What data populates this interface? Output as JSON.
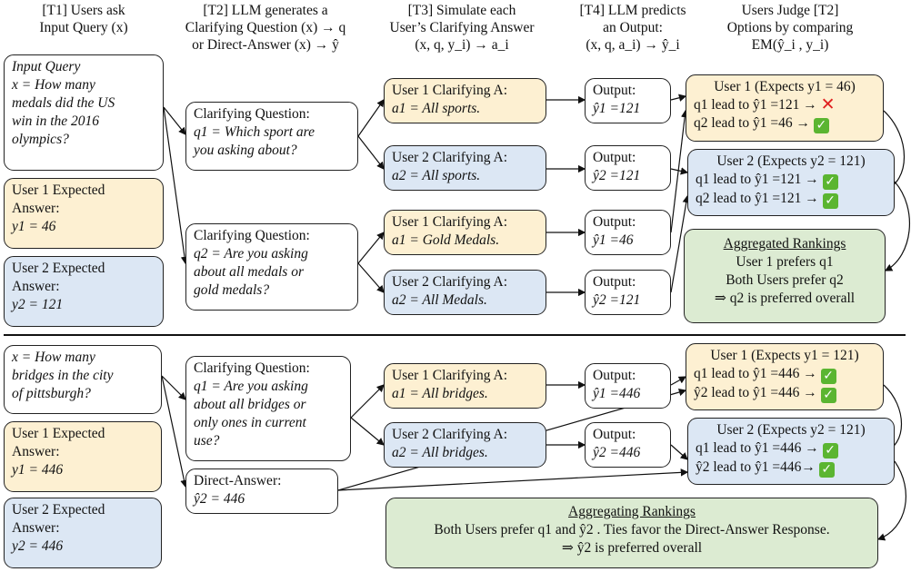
{
  "headers": {
    "t1": [
      "[T1] Users ask",
      "Input Query (x)"
    ],
    "t2": [
      "[T2] LLM generates a",
      "Clarifying Question (x) → q",
      "or Direct-Answer (x) → ŷ"
    ],
    "t3": [
      "[T3] Simulate each",
      "User’s Clarifying Answer",
      "(x, q, y_i) → a_i"
    ],
    "t4": [
      "[T4] LLM predicts",
      "an Output:",
      "(x, q, a_i) → ŷ_i"
    ],
    "t5": [
      "Users Judge [T2]",
      "Options by comparing",
      "EM(ŷ_i , y_i)"
    ]
  },
  "top": {
    "query": [
      "Input Query",
      "x = How many",
      "medals did the US",
      "win in the 2016",
      "olympics?"
    ],
    "user1_expected": [
      "User 1 Expected",
      "Answer:",
      "y1 = 46"
    ],
    "user2_expected": [
      "User 2 Expected",
      "Answer:",
      "y2 = 121"
    ],
    "cq1": [
      "Clarifying Question:",
      "q1 = Which sport are",
      "you asking about?"
    ],
    "cq2": [
      "Clarifying Question:",
      "q2 = Are you asking",
      "about all medals or",
      "gold medals?"
    ],
    "answers": [
      [
        "User 1 Clarifying A:",
        "a1 = All sports."
      ],
      [
        "User 2 Clarifying A:",
        "a2 = All sports."
      ],
      [
        "User 1 Clarifying A:",
        "a1 = Gold Medals."
      ],
      [
        "User 2 Clarifying A:",
        "a2 = All Medals."
      ]
    ],
    "outputs": [
      [
        "Output:",
        "ŷ1 =121"
      ],
      [
        "Output:",
        "ŷ2 =121"
      ],
      [
        "Output:",
        "ŷ1 =46"
      ],
      [
        "Output:",
        "ŷ2 =121"
      ]
    ],
    "judge1": [
      "User 1 (Expects y1 = 46)",
      "q1 lead to ŷ1 =121 →",
      "q2 lead to ŷ1 =46 →"
    ],
    "judge2": [
      "User 2 (Expects y2 = 121)",
      "q1 lead to ŷ1 =121 →",
      "q2 lead to ŷ1 =121 →"
    ],
    "aggregate": [
      "Aggregated Rankings",
      "User 1 prefers q1",
      "Both Users prefer q2",
      "⇒ q2 is preferred overall"
    ]
  },
  "bottom": {
    "query": [
      "x = How many",
      "bridges in the city",
      "of pittsburgh?"
    ],
    "user1_expected": [
      "User 1 Expected",
      "Answer:",
      "y1 = 446"
    ],
    "user2_expected": [
      "User 2 Expected",
      "Answer:",
      "y2 = 446"
    ],
    "cq1": [
      "Clarifying Question:",
      "q1 = Are you asking",
      "about all bridges or",
      "only ones in current",
      "use?"
    ],
    "direct": [
      "Direct-Answer:",
      "ŷ2 = 446"
    ],
    "answers": [
      [
        "User 1 Clarifying A:",
        "a1 = All bridges."
      ],
      [
        "User 2 Clarifying A:",
        "a2 = All bridges."
      ]
    ],
    "outputs": [
      [
        "Output:",
        "ŷ1 =446"
      ],
      [
        "Output:",
        "ŷ2 =446"
      ]
    ],
    "judge1": [
      "User 1 (Expects y1 = 121)",
      "q1 lead to ŷ1 =446 →",
      "ŷ2 lead to ŷ1 =446 →"
    ],
    "judge2": [
      "User 2 (Expects y2 = 121)",
      "q1 lead to ŷ1 =446 →",
      "ŷ2 lead to ŷ1 =446→"
    ],
    "aggregate": [
      "Aggregating Rankings",
      "Both Users prefer q1 and ŷ2 . Ties favor the Direct-Answer Response.",
      "⇒ ŷ2 is preferred overall"
    ]
  },
  "icons": {
    "check": "check-mark-icon",
    "cross": "cross-mark-icon",
    "check_color": "#5bb531",
    "cross_color": "#e02020"
  },
  "colors": {
    "user1": "#fdf0d2",
    "user2": "#dce7f4",
    "aggregate": "#dcebd2"
  }
}
